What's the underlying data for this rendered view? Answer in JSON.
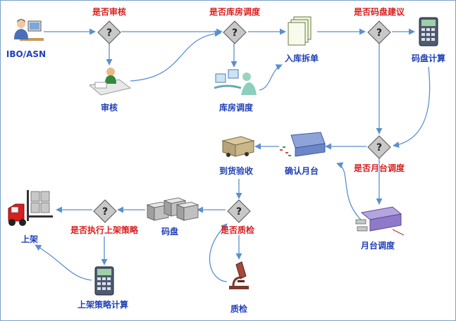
{
  "actors": {
    "ibo_asn": "IBO/ASN"
  },
  "decisions": {
    "audit_q": "是否审核",
    "warehouse_q": "是否库房调度",
    "stack_q": "是否码盘建议",
    "dock_q": "是否月台调度",
    "qc_q": "是否质检",
    "putaway_q": "是否执行上架策略"
  },
  "steps": {
    "audit": "审核",
    "warehouse_dispatch": "库房调度",
    "inbound_split": "入库拆单",
    "stack_calc": "码盘计算",
    "dock_confirm": "确认月台",
    "arrival_check": "到货验收",
    "dock_dispatch": "月台调度",
    "stacking": "码盘",
    "qc": "质检",
    "shelving": "上架",
    "putaway_calc": "上架策略计算"
  },
  "colors": {
    "label_blue": "#1f3fb8",
    "label_red": "#d81e1e",
    "connector": "#5b8fd0",
    "diamond_fill": "#c8c8c8"
  }
}
